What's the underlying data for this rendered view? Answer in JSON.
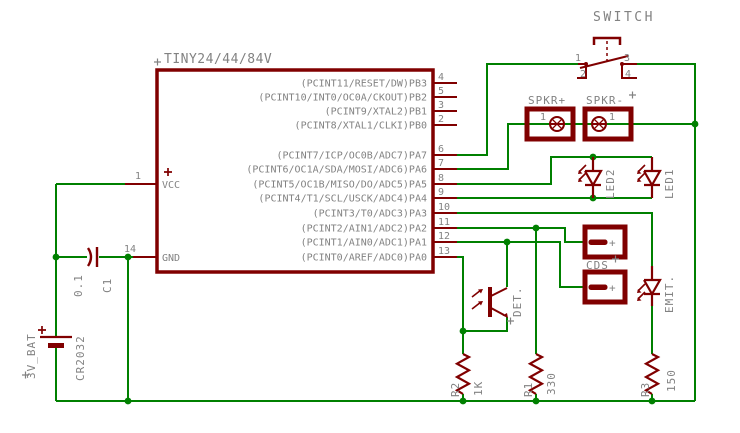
{
  "colors": {
    "component": "#800000",
    "wire": "#008000",
    "label": "#828282",
    "background": "#ffffff"
  },
  "ic": {
    "title": "TINY24/44/84V",
    "pins_left": [
      {
        "number": "1",
        "label": "VCC",
        "polarity": "+"
      },
      {
        "number": "14",
        "label": "GND"
      }
    ],
    "pins_right": [
      {
        "number": "4",
        "label": "(PCINT11/RESET/DW)PB3"
      },
      {
        "number": "5",
        "label": "(PCINT10/INT0/OC0A/CKOUT)PB2"
      },
      {
        "number": "3",
        "label": "(PCINT9/XTAL2)PB1"
      },
      {
        "number": "2",
        "label": "(PCINT8/XTAL1/CLKI)PB0"
      },
      {
        "number": "6",
        "label": "(PCINT7/ICP/OC0B/ADC7)PA7"
      },
      {
        "number": "7",
        "label": "(PCINT6/OC1A/SDA/MOSI/ADC6)PA6"
      },
      {
        "number": "8",
        "label": "(PCINT5/OC1B/MISO/DO/ADC5)PA5"
      },
      {
        "number": "9",
        "label": "(PCINT4/T1/SCL/USCK/ADC4)PA4"
      },
      {
        "number": "10",
        "label": "(PCINT3/T0/ADC3)PA3"
      },
      {
        "number": "11",
        "label": "(PCINT2/AIN1/ADC2)PA2"
      },
      {
        "number": "12",
        "label": "(PCINT1/AIN0/ADC1)PA1"
      },
      {
        "number": "13",
        "label": "(PCINT0/AREF/ADC0)PA0"
      }
    ]
  },
  "switch": {
    "label": "SWITCH",
    "pin_numbers": [
      "1",
      "2",
      "3",
      "4"
    ]
  },
  "speakers": {
    "plus": {
      "label": "SPKR+",
      "pin": "1"
    },
    "minus": {
      "label": "SPKR-",
      "pin": "1"
    }
  },
  "photocell": {
    "label": "CDS",
    "polarity": "+"
  },
  "leds": [
    {
      "name": "LED2"
    },
    {
      "name": "LED1"
    }
  ],
  "emitter": {
    "name": "EMIT."
  },
  "detector": {
    "name": "DET."
  },
  "resistors": [
    {
      "name": "R2",
      "value": "1K"
    },
    {
      "name": "R1",
      "value": "330"
    },
    {
      "name": "R3",
      "value": "150"
    }
  ],
  "battery": {
    "name": "3V_BAT",
    "value": "CR2032",
    "polarity": "+"
  },
  "capacitor": {
    "name": "C1",
    "value": "0.1"
  }
}
